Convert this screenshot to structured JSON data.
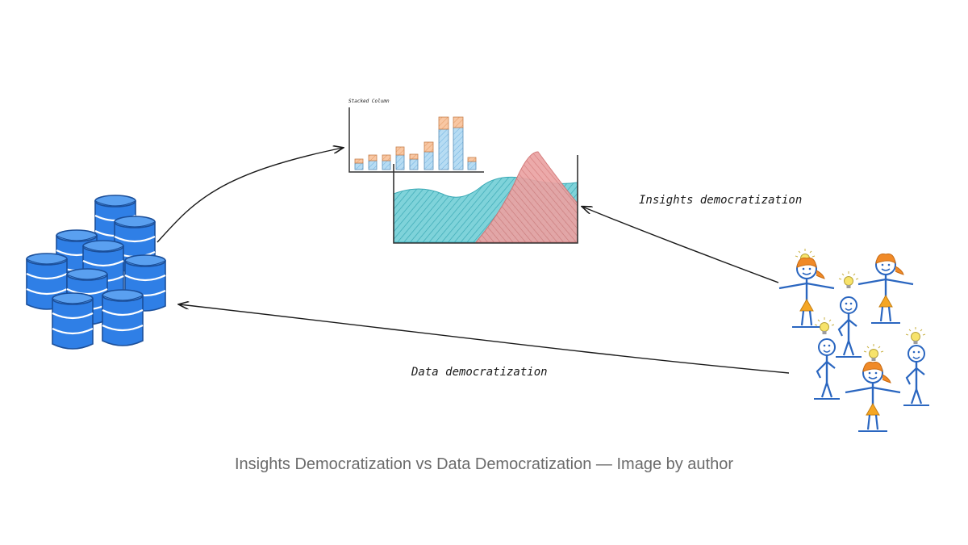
{
  "labels": {
    "insights_arrow": "Insights democratization",
    "data_arrow": "Data democratization",
    "mini_chart_title": "Stacked Column"
  },
  "caption": "Insights Democratization vs Data Democratization — Image by author",
  "icons": {
    "database": "database-icon",
    "people": "person-icon",
    "idea": "lightbulb-icon"
  },
  "colors": {
    "database_blue": "#2f7fe6",
    "area_teal": "#5cc6cf",
    "area_red": "#e58a8a",
    "bar_orange": "#f5b183",
    "bar_blue": "#8cc7ec",
    "person_blue": "#2a66c0",
    "hair_orange": "#f08a28",
    "bulb_yellow": "#f7e36b"
  }
}
